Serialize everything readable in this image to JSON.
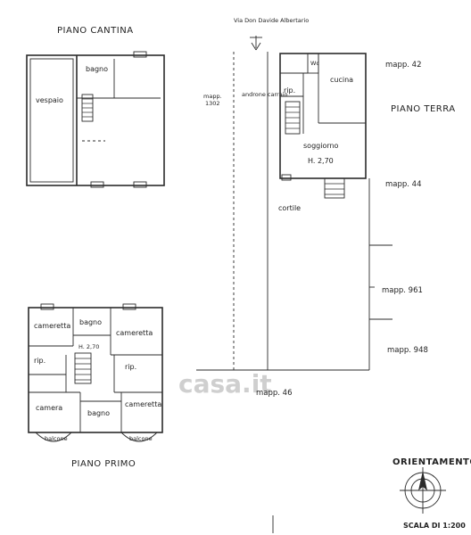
{
  "labels": {
    "piano_cantina": "PIANO CANTINA",
    "piano_primo": "PIANO PRIMO",
    "piano_terra": "PIANO TERRA",
    "street": "Via Don Davide Albertario",
    "orientamento": "ORIENTAMENTO",
    "scala": "SCALA DI 1:200",
    "watermark": "casa.it"
  },
  "cantina_rooms": {
    "vespaio": "vespaio",
    "bagno": "bagno"
  },
  "terra_rooms": {
    "wc": "Wc",
    "rip": "rip.",
    "cucina": "cucina",
    "soggiorno": "soggiorno",
    "height": "H. 2,70",
    "cortile": "cortile",
    "androne": "androne carraio"
  },
  "primo_rooms": {
    "cameretta_left": "cameretta",
    "bagno_top": "bagno",
    "cameretta_right": "cameretta",
    "height": "H. 2,70",
    "rip_left": "rip.",
    "rip_right": "rip.",
    "camera": "camera",
    "bagno_bottom": "bagno",
    "cameretta_bottom": "cameretta",
    "balcone_left": "balcone",
    "balcone_right": "balcone"
  },
  "mappali": {
    "m42": "mapp. 42",
    "m44": "mapp. 44",
    "m1302_a": "mapp.",
    "m1302_b": "1302",
    "m961": "mapp. 961",
    "m948": "mapp. 948",
    "m46": "mapp. 46"
  }
}
